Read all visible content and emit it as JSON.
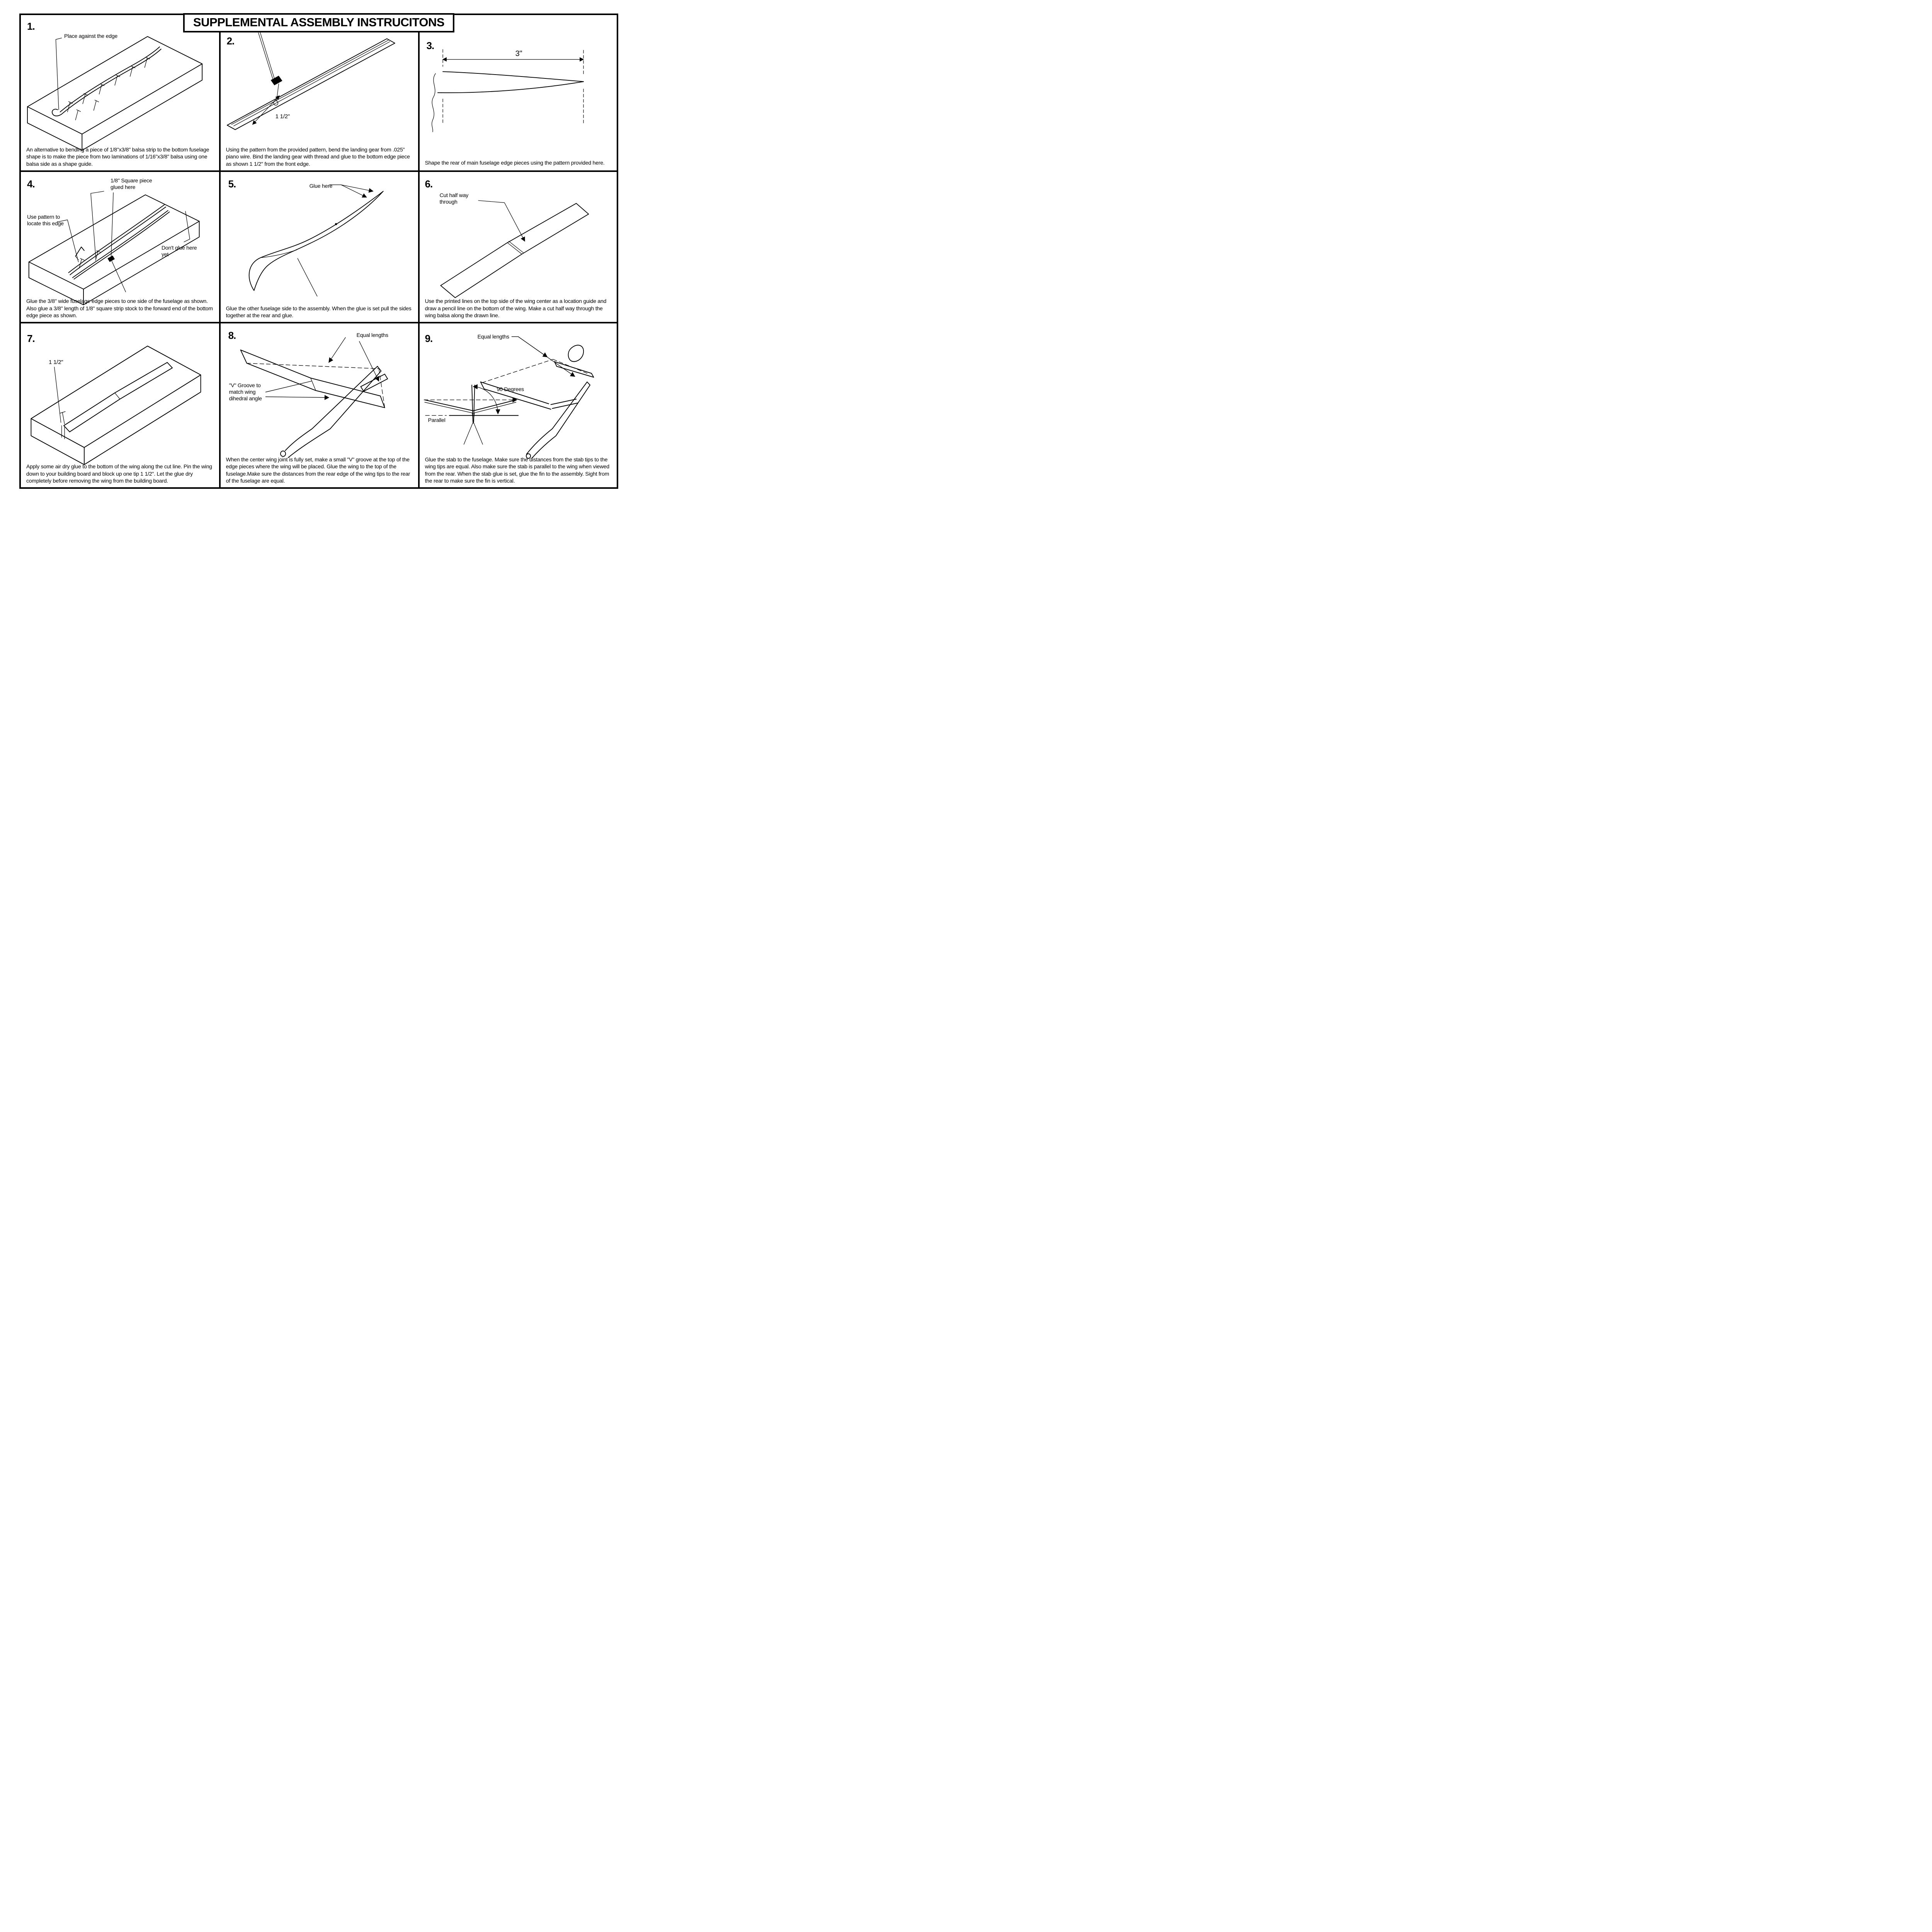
{
  "title": "SUPPLEMENTAL ASSEMBLY INSTRUCITONS",
  "panels": [
    {
      "number": "1.",
      "caption": "An alternative to bending a piece of 1/8\"x3/8\" balsa strip to the bottom fuselage shape is to make the piece from two laminations of 1/16\"x3/8\" balsa using one balsa side as a shape guide.",
      "callouts": [
        {
          "text": "Place against the edge"
        }
      ]
    },
    {
      "number": "2.",
      "caption": "Using the pattern from the provided pattern, bend the landing gear from .025\" piano wire. Bind the landing gear with thread and glue to the bottom edge piece as shown 1 1/2\" from the front edge.",
      "callouts": [
        {
          "text": "1 1/2\""
        }
      ]
    },
    {
      "number": "3.",
      "caption": "Shape the rear of main fuselage edge pieces using the pattern provided here.",
      "callouts": [
        {
          "text": "3\""
        }
      ]
    },
    {
      "number": "4.",
      "caption": "Glue the 3/8\" wide fuselage edge pieces to one side of the fuselage as shown. Also glue a 3/8\" length of 1/8\" square strip stock to the forward end of the bottom edge piece as shown.",
      "callouts": [
        {
          "text": "1/8\" Square piece glued here"
        },
        {
          "text": "Use pattern to locate this edge"
        },
        {
          "text": "Don't glue here yet"
        }
      ]
    },
    {
      "number": "5.",
      "caption": "Glue the other fuselage side to the assembly. When the glue is set pull the sides together at the rear and glue.",
      "callouts": [
        {
          "text": "Glue here"
        }
      ]
    },
    {
      "number": "6.",
      "caption": "Use the printed lines on the top side of the wing center as a location guide and draw a pencil line on the bottom of the wing. Make a cut half way through the wing balsa along the drawn line.",
      "callouts": [
        {
          "text": "Cut half way through"
        }
      ]
    },
    {
      "number": "7.",
      "caption": "Apply some air dry glue to the bottom of the wing along the cut line. Pin the wing down to your building board and block up one tip 1 1/2\". Let the glue dry completely before removing the wing from the building board.",
      "callouts": [
        {
          "text": "1 1/2\""
        }
      ]
    },
    {
      "number": "8.",
      "caption": "When the center wing joint is fully set, make a small \"V\" groove at the top of the edge pieces where the wing will be placed. Glue the wing to the top of the fuselage.Make sure the distances from the rear edge of the wing tips to the rear of the fuselage are equal.",
      "callouts": [
        {
          "text": "Equal lengths"
        },
        {
          "text": "\"V\" Groove to match wing dihedral angle"
        }
      ]
    },
    {
      "number": "9.",
      "caption": "Glue the stab to the fuselage. Make sure the distances from the stab tips to the wing tips are equal. Also make sure the stab is parallel to the wing when viewed from the rear. When the stab glue is set, glue the fin to the assembly. Sight from the rear to make sure the fin is vertical.",
      "callouts": [
        {
          "text": "Equal lengths"
        },
        {
          "text": "90 Degrees"
        },
        {
          "text": "Parallel"
        }
      ]
    }
  ],
  "colors": {
    "ink": "#000000",
    "paper": "#ffffff"
  }
}
